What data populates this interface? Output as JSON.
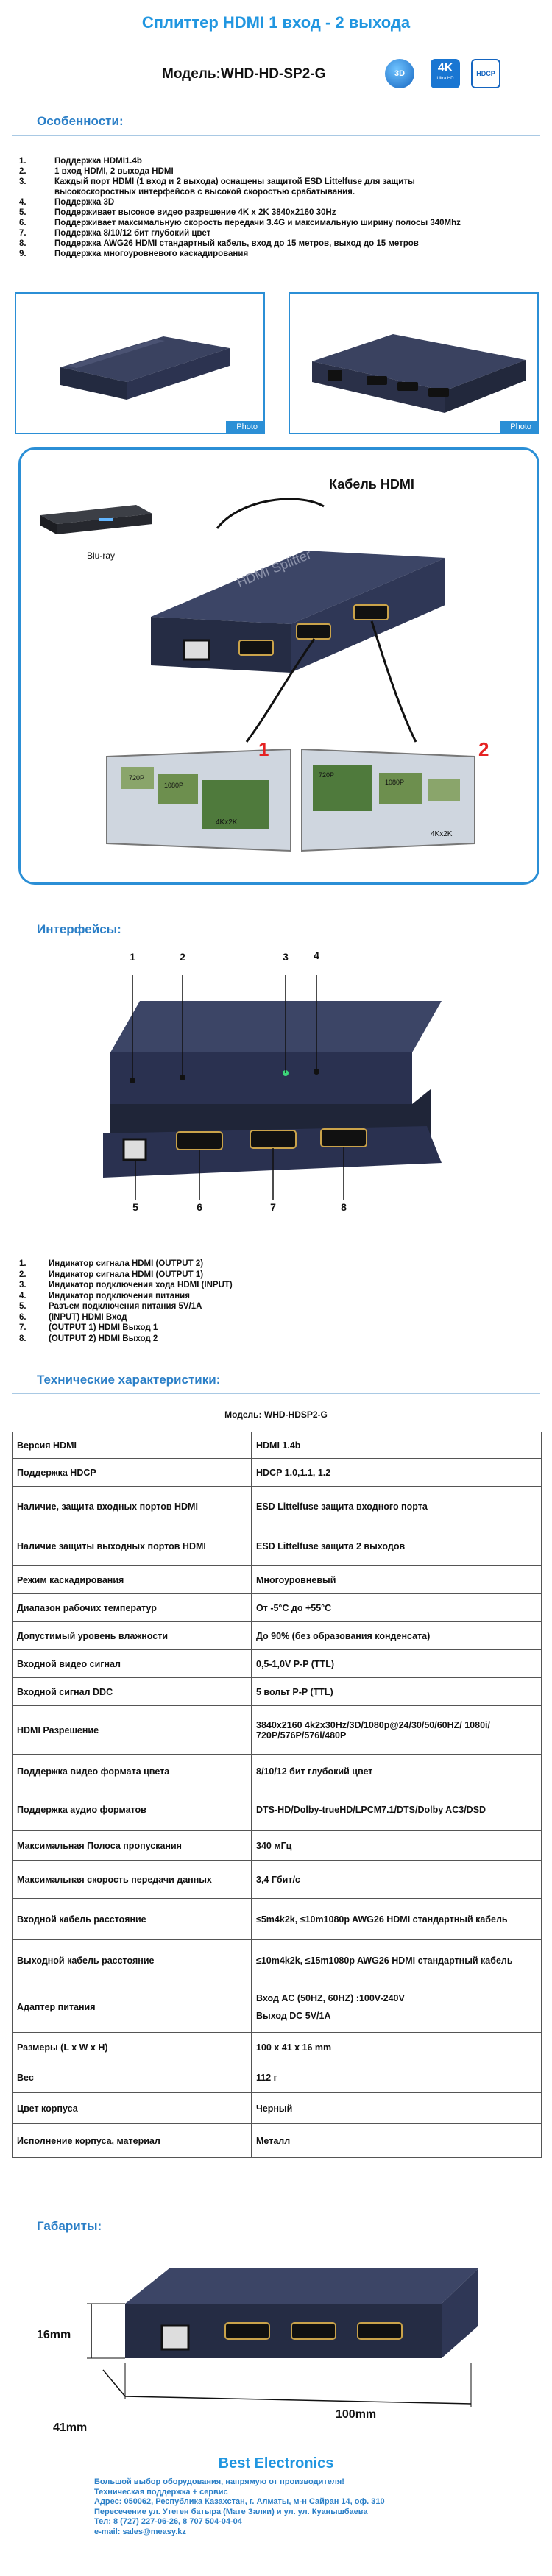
{
  "header": {
    "title": "Сплиттер HDMI  1 вход - 2 выхода",
    "model": "Модель:WHD-HD-SP2-G",
    "badges": {
      "b3d": "3D",
      "b4k": "4K",
      "b4k_sub": "Ultra HD",
      "hdcp": "HDCP"
    }
  },
  "features": {
    "heading": "Особенности:",
    "items": [
      {
        "num": "1.",
        "text": "Поддержка HDMI1.4b"
      },
      {
        "num": "2.",
        "text": "1 вход HDMI, 2 выхода HDMI"
      },
      {
        "num": "3.",
        "text": "Каждый порт HDMI (1 вход и 2 выхода) оснащены защитой ESD Littelfuse для защиты"
      },
      {
        "num": "",
        "text": "высокоскоростных интерфейсов с высокой скоростью срабатывания."
      },
      {
        "num": "4.",
        "text": "Поддержка 3D"
      },
      {
        "num": "5.",
        "text": "Поддерживает высокое видео разрешение 4K x 2K 3840x2160 30Hz"
      },
      {
        "num": "6.",
        "text": "Поддерживает максимальную скорость передачи 3.4G и максимальную ширину полосы 340Mhz"
      },
      {
        "num": "7.",
        "text": "Поддержка 8/10/12  бит глубокий цвет"
      },
      {
        "num": "8.",
        "text": "Поддержка AWG26 HDMI стандартный кабель, вход до 15 метров, выход до 15 метров"
      },
      {
        "num": "9.",
        "text": "Поддержка многоуровневого каскадирования"
      }
    ]
  },
  "photos": {
    "tag_left": "Photo",
    "tag_right": "Photo"
  },
  "diagram": {
    "cable_label": "Кабель HDMI",
    "source_label": "Blu-ray",
    "device_text": "HDMI Splitter",
    "out1": "1",
    "out2": "2",
    "tv_labels": {
      "left_a": "720P",
      "left_b": "1080P",
      "left_c": "4Kx2K",
      "right_a": "720P",
      "right_b": "1080P",
      "right_c": "4Kx2K"
    }
  },
  "interfaces": {
    "heading": "Интерфейсы:",
    "callouts": [
      "1",
      "2",
      "3",
      "4",
      "5",
      "6",
      "7",
      "8"
    ],
    "items": [
      {
        "num": "1.",
        "text": "Индикатор сигнала HDMI (OUTPUT 2)"
      },
      {
        "num": "2.",
        "text": "Индикатор сигнала HDMI (OUTPUT 1)"
      },
      {
        "num": "3.",
        "text": "Индикатор подключения хода HDMI (INPUT)"
      },
      {
        "num": "4.",
        "text": "Индикатор подключения питания"
      },
      {
        "num": "5.",
        "text": "Разъем подключения питания 5V/1A"
      },
      {
        "num": "6.",
        "text": "(INPUT) HDMI Вход"
      },
      {
        "num": "7.",
        "text": "(OUTPUT 1) HDMI Выход 1"
      },
      {
        "num": "8.",
        "text": "(OUTPUT 2) HDMI Выход 2"
      }
    ]
  },
  "specs": {
    "heading": "Технические характеристики:",
    "caption": "Модель: WHD-HDSP2-G",
    "rows": [
      {
        "k": "Версия HDMI",
        "v": "HDMI 1.4b"
      },
      {
        "k": "Поддержка HDCP",
        "v": "HDCP 1.0,1.1, 1.2"
      },
      {
        "k": "Наличие, защита входных портов HDMI",
        "v": "ESD Littelfuse защита входного порта"
      },
      {
        "k": "Наличие защиты выходных портов HDMI",
        "v": "ESD Littelfuse защита 2 выходов"
      },
      {
        "k": "Режим каскадирования",
        "v": "Многоуровневый"
      },
      {
        "k": "Диапазон рабочих температур",
        "v": "От -5°C до  +55°C"
      },
      {
        "k": "Допустимый уровень влажности",
        "v": "До 90% (без образования конденсата)"
      },
      {
        "k": "Входной видео сигнал",
        "v": "0,5-1,0V P-P (TTL)"
      },
      {
        "k": "Входной сигнал DDC",
        "v": "5 вольт P-P (TTL)"
      },
      {
        "k": "HDMI Разрешение",
        "v": "3840x2160 4k2x30Hz/3D/1080p@24/30/50/60HZ/ 1080i/ 720P/576P/576i/480P"
      },
      {
        "k": "Поддержка видео формата цвета",
        "v": "8/10/12 бит глубокий цвет"
      },
      {
        "k": "Поддержка аудио форматов",
        "v": "DTS-HD/Dolby-trueHD/LPCM7.1/DTS/Dolby AC3/DSD"
      },
      {
        "k": "Максимальная Полоса пропускания",
        "v": "340 мГц"
      },
      {
        "k": "Максимальная скорость передачи данных",
        "v": "3,4 Гбит/с"
      },
      {
        "k": "Входной кабель расстояние",
        "v": "≤5m4k2k, ≤10m1080p AWG26 HDMI стандартный кабель"
      },
      {
        "k": "Выходной кабель расстояние",
        "v": "≤10m4k2k, ≤15m1080p  AWG26 HDMI стандартный кабель"
      },
      {
        "k": "Адаптер питания",
        "v": "Вход AC (50HZ, 60HZ) :100V-240V",
        "v2": "Выход DC 5V/1A"
      },
      {
        "k": "Размеры (L x W x H)",
        "v": "100 x 41 x 16 mm"
      },
      {
        "k": "Вес",
        "v": "112 г"
      },
      {
        "k": "Цвет корпуса",
        "v": "Черный"
      },
      {
        "k": "Исполнение корпуса, материал",
        "v": "Металл"
      }
    ]
  },
  "dimensions": {
    "heading": "Габариты:",
    "height": "16mm",
    "width": "41mm",
    "length": "100mm"
  },
  "footer": {
    "title": "Best Electronics",
    "lines": [
      "Большой выбор оборудования, напрямую от производителя!",
      "Техническая поддержка + сервис",
      "Адрес: 050062, Республика Казахстан, г. Алматы, м-н Сайран 14, оф. 310",
      "Пересечение ул. Утеген батыра (Мате Залки) и ул. ул. Куанышбаева",
      "Тел: 8 (727) 227-06-26, 8 707 504-04-04",
      "e-mail: sales@measy.kz"
    ]
  },
  "colors": {
    "accent": "#2196e0",
    "section": "#2b7fc7",
    "device": "#2d3550",
    "red": "#e52222"
  }
}
